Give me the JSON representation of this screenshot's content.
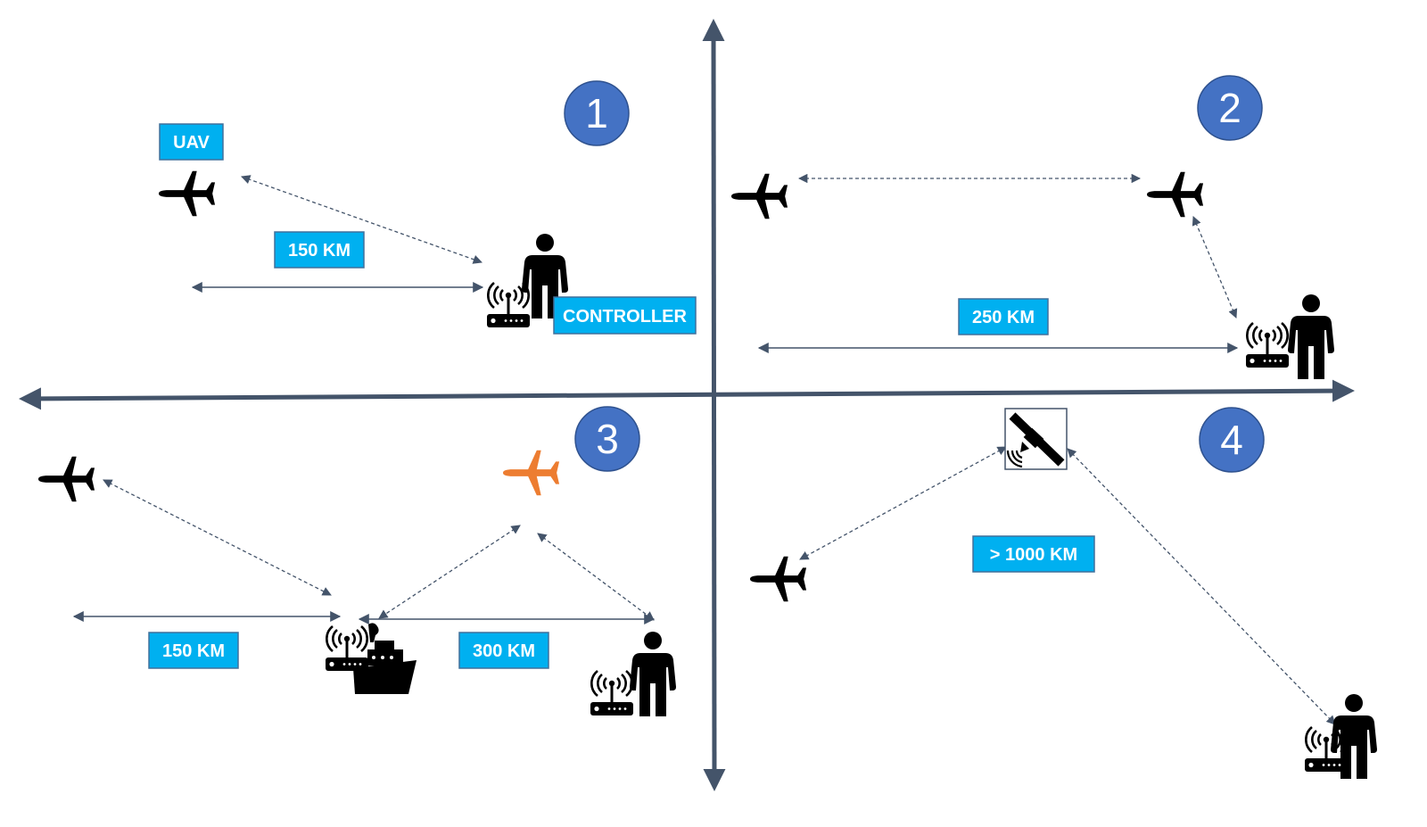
{
  "colors": {
    "axis": "#44546a",
    "label_fill": "#00b0f0",
    "number_circle": "#4472c4",
    "icon": "#000000",
    "highlighted_aircraft": "#ed7d31"
  },
  "quadrants": [
    {
      "number": "1",
      "labels": {
        "uav": "UAV",
        "distance": "150 KM",
        "controller": "CONTROLLER"
      }
    },
    {
      "number": "2",
      "labels": {
        "distance": "250 KM"
      }
    },
    {
      "number": "3",
      "labels": {
        "distance_left": "150 KM",
        "distance_right": "300 KM"
      }
    },
    {
      "number": "4",
      "labels": {
        "distance": "> 1000 KM"
      }
    }
  ],
  "icons": [
    "airplane-icon",
    "person-icon",
    "wireless-router-icon",
    "ship-icon",
    "satellite-icon"
  ]
}
